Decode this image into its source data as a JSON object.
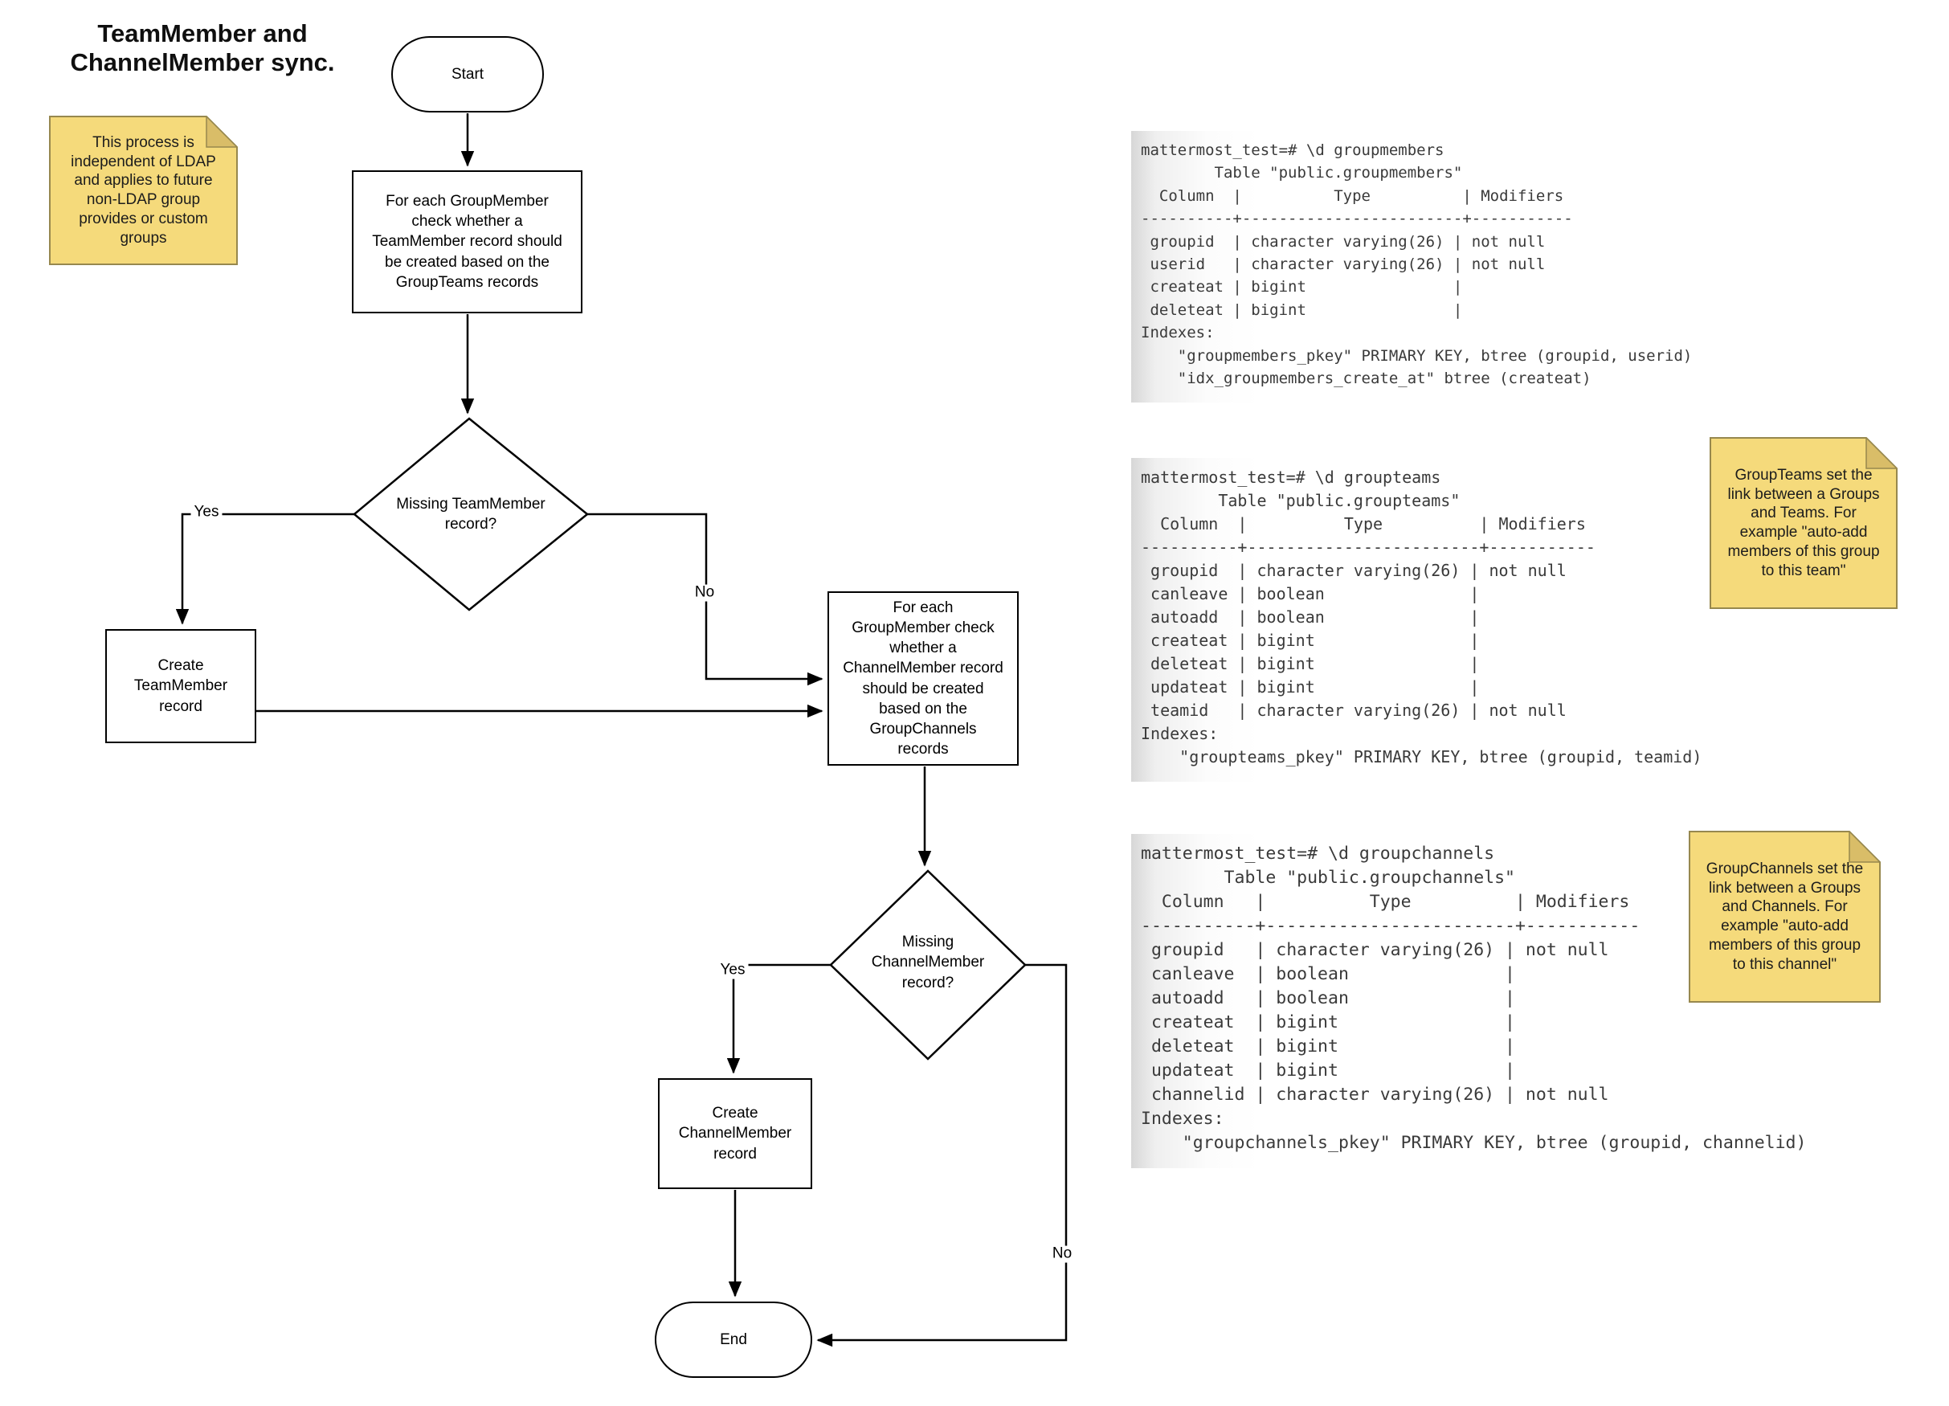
{
  "title": "TeamMember and\nChannelMember sync.",
  "flow": {
    "start": "Start",
    "process_check_teammember": "For each GroupMember\ncheck whether a\nTeamMember record should\nbe created based on the\nGroupTeams records",
    "decision_missing_teammember": "Missing TeamMember\nrecord?",
    "yes1": "Yes",
    "no1": "No",
    "create_teammember": "Create\nTeamMember\nrecord",
    "process_check_channelmember": "For each\nGroupMember check\nwhether a\nChannelMember record\nshould be created\nbased on the\nGroupChannels\nrecords",
    "decision_missing_channelmember": "Missing\nChannelMember\nrecord?",
    "yes2": "Yes",
    "no2": "No",
    "create_channelmember": "Create\nChannelMember\nrecord",
    "end": "End"
  },
  "notes": {
    "ldap": "This process is\nindependent of LDAP\nand applies to future\nnon-LDAP group\nprovides or custom\ngroups",
    "groupteams": "GroupTeams set the\nlink between a Groups\nand Teams. For\nexample \"auto-add\nmembers of this group\nto this team\"",
    "groupchannels": "GroupChannels set the\nlink between a Groups\nand Channels. For\nexample \"auto-add\nmembers of this group\nto this channel\""
  },
  "terminal": {
    "groupmembers": "mattermost_test=# \\d groupmembers\n        Table \"public.groupmembers\"\n  Column  |          Type          | Modifiers\n----------+------------------------+-----------\n groupid  | character varying(26) | not null\n userid   | character varying(26) | not null\n createat | bigint                |\n deleteat | bigint                |\nIndexes:\n    \"groupmembers_pkey\" PRIMARY KEY, btree (groupid, userid)\n    \"idx_groupmembers_create_at\" btree (createat)",
    "groupteams": "mattermost_test=# \\d groupteams\n        Table \"public.groupteams\"\n  Column  |          Type          | Modifiers\n----------+------------------------+-----------\n groupid  | character varying(26) | not null\n canleave | boolean               |\n autoadd  | boolean               |\n createat | bigint                |\n deleteat | bigint                |\n updateat | bigint                |\n teamid   | character varying(26) | not null\nIndexes:\n    \"groupteams_pkey\" PRIMARY KEY, btree (groupid, teamid)",
    "groupchannels": "mattermost_test=# \\d groupchannels\n        Table \"public.groupchannels\"\n  Column   |          Type          | Modifiers\n-----------+------------------------+-----------\n groupid   | character varying(26) | not null\n canleave  | boolean               |\n autoadd   | boolean               |\n createat  | bigint                |\n deleteat  | bigint                |\n updateat  | bigint                |\n channelid | character varying(26) | not null\nIndexes:\n    \"groupchannels_pkey\" PRIMARY KEY, btree (groupid, channelid)"
  },
  "colors": {
    "note_fill": "#F5DA7B",
    "note_fold": "#D9BD68",
    "note_border": "#97884E",
    "line": "#000000",
    "code_text": "#3A3A3A"
  }
}
